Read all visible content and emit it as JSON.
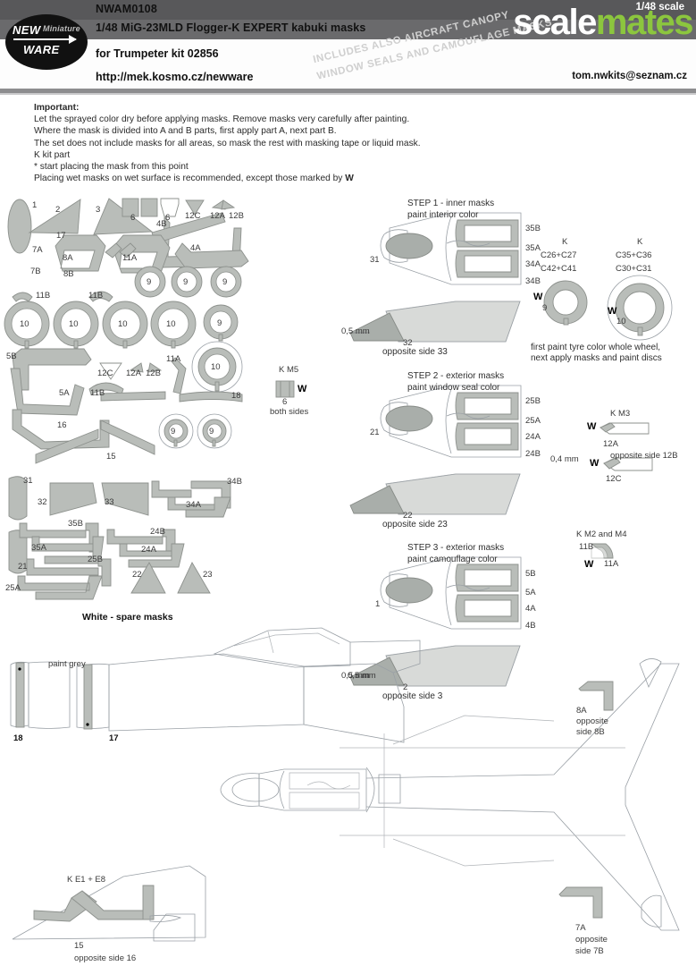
{
  "header": {
    "product_code": "NWAM0108",
    "title_line1": "1/48 MiG-23MLD Flogger-K EXPERT kabuki masks",
    "title_line2": "for Trumpeter kit 02856",
    "website": "http://mek.kosmo.cz/newware",
    "email": "tom.nwkits@seznam.cz",
    "scale": "1/48 scale",
    "logo_new": "NEW",
    "logo_mini": "Miniature",
    "logo_ware": "WARE",
    "diagonal_stamp_line1": "INCLUDES ALSO AIRCRAFT CANOPY",
    "diagonal_stamp_line2": "WINDOW SEALS AND CAMOUFLAGE MASKS",
    "watermark_light": "scale",
    "watermark_green": "mates",
    "watermark_green_hex": "#8cc63e"
  },
  "instructions": {
    "heading": "Important:",
    "lines": [
      "Let the sprayed color dry before applying masks. Remove masks very carefully after painting.",
      "Where the mask is divided into A and B parts, first apply part A, next part B.",
      "The set does not include masks for all areas, so mask the rest with masking tape or liquid mask.",
      "K  kit part",
      "*   start placing the mask from this point"
    ],
    "wet_note_prefix": "Placing wet masks on wet surface is recommended, except those marked by ",
    "wet_note_mark": "W"
  },
  "mask_sheet": {
    "top_labels": [
      "1",
      "2",
      "3",
      "6",
      "4B",
      "12C",
      "12A",
      "12B",
      "6",
      "17",
      "7A",
      "8A",
      "11A",
      "4A",
      "7B",
      "8B",
      "11B",
      "11B",
      "9",
      "9",
      "9",
      "10",
      "10",
      "10",
      "10",
      "9",
      "5B",
      "12C",
      "12A",
      "12B",
      "11A",
      "11B",
      "10",
      "18",
      "5A",
      "9",
      "9",
      "16",
      "15"
    ],
    "spare_title": "White - spare masks",
    "spare_labels": [
      "31",
      "32",
      "33",
      "34B",
      "34A",
      "35B",
      "35A",
      "24B",
      "24A",
      "25B",
      "25A",
      "21",
      "22",
      "23"
    ]
  },
  "km5": {
    "title": "K M5",
    "part": "6",
    "mark": "W",
    "note": "both sides"
  },
  "km3": {
    "title": "K M3",
    "mark": "W",
    "part_a": "12A",
    "note_a": "opposite side 12B",
    "part_c": "12C"
  },
  "km24": {
    "title": "K M2 and M4",
    "label_top": "11B",
    "mark": "W",
    "label_bottom": "11A"
  },
  "steps": [
    {
      "id": "step1",
      "title": "STEP 1 - inner masks",
      "subtitle": "paint interior color",
      "nose_label": "31",
      "right_labels": [
        "35B",
        "35A",
        "34A",
        "34B"
      ],
      "dim": "0,5 mm",
      "side_part": "32",
      "side_note": "opposite side 33"
    },
    {
      "id": "step2",
      "title": "STEP 2 - exterior masks",
      "subtitle": "paint window seal color",
      "nose_label": "21",
      "right_labels": [
        "25B",
        "25A",
        "24A",
        "24B"
      ],
      "dim": "0,4 mm",
      "side_part": "22",
      "side_note": "opposite side 23"
    },
    {
      "id": "step3",
      "title": "STEP 3 - exterior masks",
      "subtitle": "paint camouflage color",
      "nose_label": "1",
      "right_labels": [
        "5B",
        "5A",
        "4A",
        "4B"
      ],
      "dim": "0,5 mm",
      "side_part": "2",
      "side_note": "opposite side 3"
    }
  ],
  "wheels": {
    "small": {
      "kit_label": "K",
      "colors_line1": "C26+C27",
      "colors_line2": "C42+C41",
      "mark": "W",
      "part": "9"
    },
    "large": {
      "kit_label": "K",
      "colors_line1": "C35+C36",
      "colors_line2": "C30+C31",
      "mark": "W",
      "part": "10"
    },
    "note_line1": "first paint tyre color whole wheel,",
    "note_line2": "next apply masks and paint discs"
  },
  "lower": {
    "paint_grey": "paint grey",
    "part_18": "18",
    "part_17": "17",
    "dim": "0,5 mm",
    "ke": "K E1 + E8",
    "part_15": "15",
    "note_15": "opposite side 16",
    "part_8a": "8A",
    "note_8a_l1": "opposite",
    "note_8a_l2": "side 8B",
    "part_7a": "7A",
    "note_7a_l1": "opposite",
    "note_7a_l2": "side 7B"
  }
}
